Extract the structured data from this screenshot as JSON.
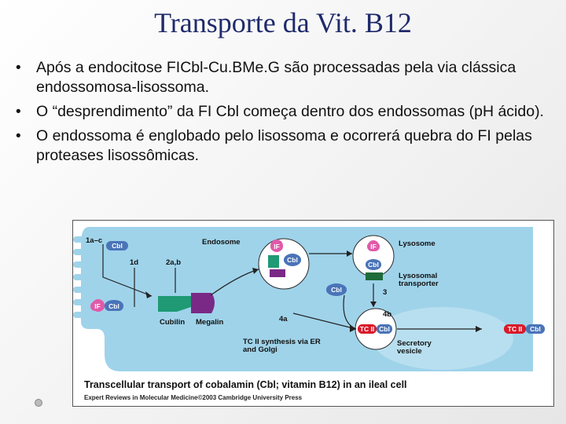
{
  "slide": {
    "title": "Transporte da Vit. B12",
    "bullets": [
      "Após a endocitose FICbl-Cu.BMe.G são processadas pela via clássica endossomosa-lisossoma.",
      "O “desprendimento” da FI Cbl começa dentro dos endossomas (pH ácido).",
      "O endossoma é englobado pelo lisossoma e ocorrerá quebra do FI pelas proteases lisossômicas."
    ]
  },
  "figure": {
    "labels": {
      "endosome": "Endosome",
      "lysosome": "Lysosome",
      "lysosomal_transporter": "Lysosomal transporter",
      "cubilin": "Cubilin",
      "megalin": "Megalin",
      "tcii_synthesis": "TC II synthesis via ER and Golgi",
      "secretory_vesicle": "Secretory vesicle",
      "step_1ac": "1a–c",
      "step_1d": "1d",
      "step_2ab": "2a,b",
      "step_3": "3",
      "step_4a": "4a",
      "step_4b": "4b"
    },
    "pills": {
      "cbl": "Cbl",
      "if": "IF",
      "tcii": "TC II"
    },
    "caption": "Transcellular transport of cobalamin (Cbl; vitamin B12) in an ileal cell",
    "credit": "Expert Reviews in Molecular Medicine©2003 Cambridge University Press"
  },
  "colors": {
    "title": "#1f2a6b",
    "cell": "#9fd3ea",
    "cbl": "#4a74b8",
    "if": "#e05aa8",
    "tcii": "#d91a2a",
    "cubilin": "#1f9a74",
    "megalin": "#7a2a86"
  }
}
